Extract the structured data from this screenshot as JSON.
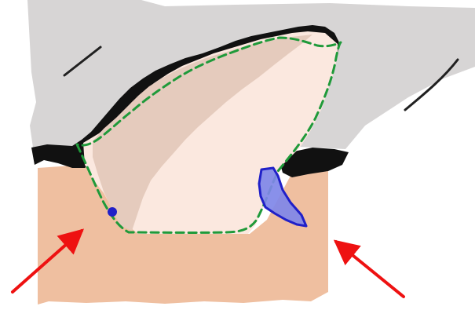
{
  "colors": {
    "background": "#ffffff",
    "gray_region": "#d7d5d5",
    "outline_black": "#111111",
    "pink_region": "#efbfa0",
    "inner_light": "#fbe8df",
    "inner_shade": "#e5cbbd",
    "green_dashed": "#1f9a3a",
    "blue_fill": "#7f87e8",
    "blue_stroke": "#2020c8",
    "red_arrow": "#ee1111"
  },
  "annotations": {
    "arrows": [
      {
        "name": "left-arrow",
        "direction": "up-right"
      },
      {
        "name": "right-arrow",
        "direction": "up-left"
      }
    ]
  }
}
